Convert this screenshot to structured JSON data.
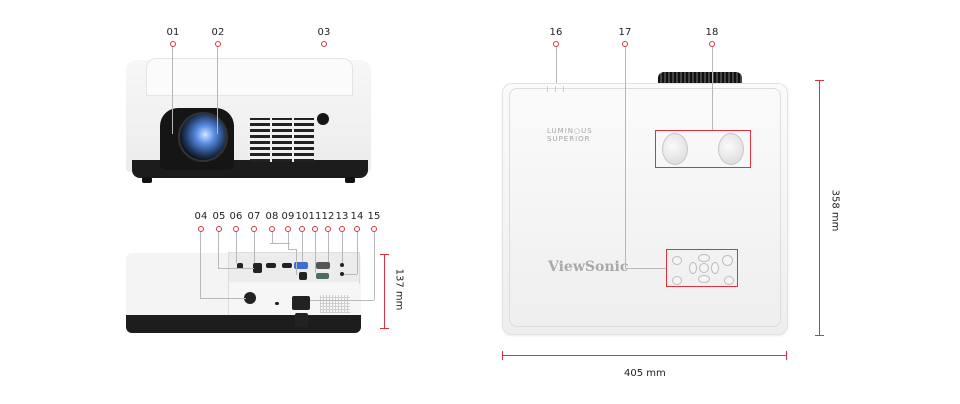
{
  "callouts": {
    "front": [
      "01",
      "02",
      "03"
    ],
    "rear": [
      "04",
      "05",
      "06",
      "07",
      "08",
      "09",
      "10",
      "11",
      "12",
      "13",
      "14",
      "15"
    ],
    "top": [
      "16",
      "17",
      "18"
    ]
  },
  "dimensions": {
    "height": "137 mm",
    "depth": "358 mm",
    "width": "405 mm"
  },
  "branding": {
    "logo": "ViewSonic",
    "badge_line1": "LUMIN○US",
    "badge_line2": "SUPERIOR"
  },
  "colors": {
    "accent": "#e0313f",
    "leader_line": "#b8b8b8"
  }
}
